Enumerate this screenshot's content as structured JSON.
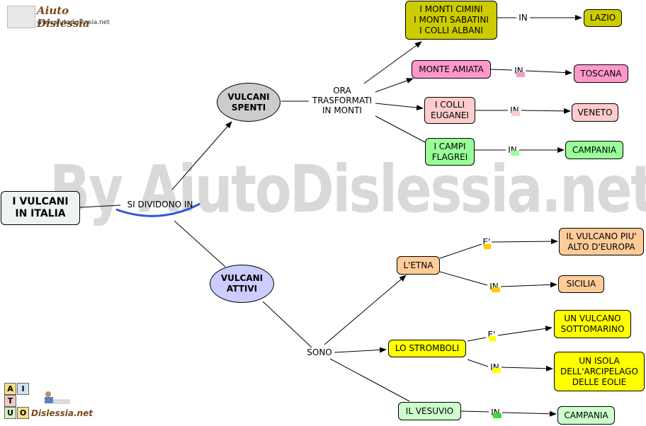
{
  "watermark": "By AiutoDislessia.net",
  "logo_top": {
    "title": "Aiuto Dislessia",
    "url": "www.aiutodislessia.net"
  },
  "logo_bottom": {
    "letters": [
      "A",
      "I",
      "T",
      "U",
      "O"
    ],
    "word": "Dislessia.net"
  },
  "nodes": {
    "root": "I VULCANI\nIN ITALIA",
    "spenti": "VULCANI\nSPENTI",
    "attivi": "VULCANI\nATTIVI",
    "monti_cimini": "I MONTI CIMINI\nI MONTI SABATINI\nI COLLI ALBANI",
    "lazio": "LAZIO",
    "monte_amiata": "MONTE AMIATA",
    "toscana": "TOSCANA",
    "colli_euganei": "I COLLI\nEUGANEI",
    "veneto": "VENETO",
    "campi_flegrei": "I CAMPI\nFLAGREI",
    "campania_1": "CAMPANIA",
    "etna": "L'ETNA",
    "vulcano_alto": "IL VULCANO PIU'\nALTO D'EUROPA",
    "sicilia": "SICILIA",
    "stromboli": "LO STROMBOLI",
    "sottomarino": "UN VULCANO\nSOTTOMARINO",
    "isola_eolie": "UN ISOLA\nDELL'ARCIPELAGO\nDELLE EOLIE",
    "vesuvio": "IL VESUVIO",
    "campania_2": "CAMPANIA"
  },
  "links": {
    "si_dividono": "SI DIVIDONO IN",
    "ora_trasformati": "ORA\nTRASFORMATI\nIN MONTI",
    "sono": "SONO",
    "in_lazio": "IN",
    "in_toscana": "IN",
    "in_veneto": "IN",
    "in_campania_1": "IN",
    "e_etna": "E'",
    "in_sicilia": "IN",
    "e_stromboli": "E'",
    "in_stromboli": "IN",
    "in_campania_2": "IN"
  },
  "colors": {
    "olive": "#cccc00",
    "pink": "#ff99cc",
    "light_pink": "#ffcccc",
    "green": "#99ff99",
    "peach": "#ffcc99",
    "yellow": "#ffff00",
    "pale_green": "#ccffcc",
    "gray_ellipse": "#cccccc",
    "lavender_ellipse": "#ccccff",
    "root": "#eef3f3",
    "blue_arc": "#3355dd"
  }
}
